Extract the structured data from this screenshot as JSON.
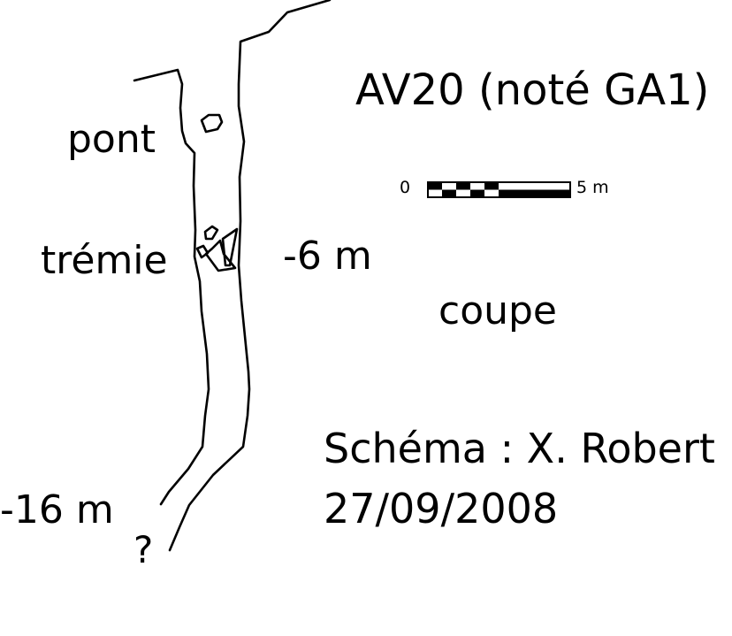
{
  "title": "AV20 (noté GA1)",
  "labels": {
    "pont": "pont",
    "tremie": "trémie",
    "depth_upper": "-6 m",
    "depth_lower": "-16 m",
    "unknown": "?",
    "view": "coupe"
  },
  "scale_bar": {
    "start_label": "0",
    "end_label": "5 m"
  },
  "credits": {
    "author": "Schéma :  X. Robert",
    "date": "27/09/2008"
  },
  "colors": {
    "ink": "#000000",
    "background": "#ffffff"
  }
}
